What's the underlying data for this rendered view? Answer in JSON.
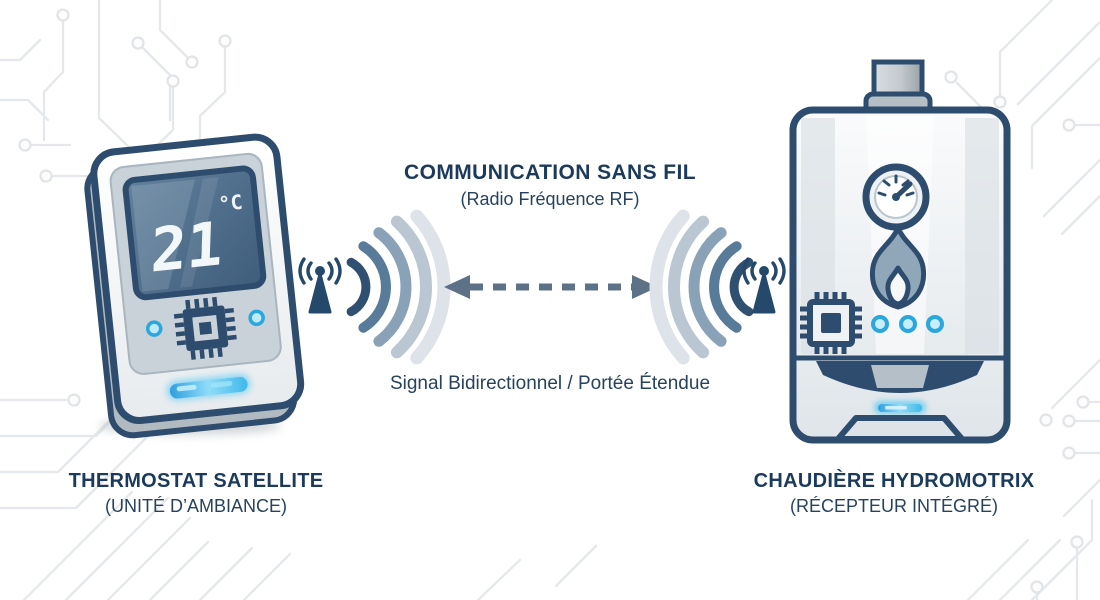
{
  "title": {
    "heading": "COMMUNICATION SANS FIL",
    "subheading": "(Radio Fréquence RF)"
  },
  "link": {
    "caption": "Signal Bidirectionnel / Portée Étendue",
    "arrow_style": "dashed-double-headed"
  },
  "thermostat": {
    "label": "THERMOSTAT SATELLITE",
    "sublabel": "(UNITÉ D’AMBIANCE)",
    "display_value": "21",
    "display_unit": "°C"
  },
  "boiler": {
    "label": "CHAUDIÈRE HYDROMOTRIX",
    "sublabel": "(RÉCEPTEUR INTÉGRÉ)",
    "led_count": 3
  },
  "icons": {
    "left_antenna": "rf-antenna-icon",
    "right_antenna": "rf-antenna-icon",
    "left_waves": "signal-waves-icon",
    "right_waves": "signal-waves-icon",
    "arrow": "bidirectional-arrow-icon",
    "thermostat_chip": "microchip-icon",
    "boiler_chip": "microchip-icon",
    "gauge": "pressure-gauge-icon",
    "flame": "flame-icon",
    "led_bar": "led-status-bar",
    "background": "circuit-trace-pattern"
  },
  "colors": {
    "text_navy": "#1b3a5c",
    "outline_navy": "#2e4d6e",
    "wave_dark": "#2f5070",
    "wave_mid": "#89a2b7",
    "wave_light": "#dde3e9",
    "arrow_slate": "#5d7187",
    "led_cyan": "#3ec1f0",
    "screen_blue": "#4f6f8d",
    "panel_gray": "#c9d2d8",
    "circuit_gray": "#e5e8ea",
    "background": "#ffffff"
  }
}
